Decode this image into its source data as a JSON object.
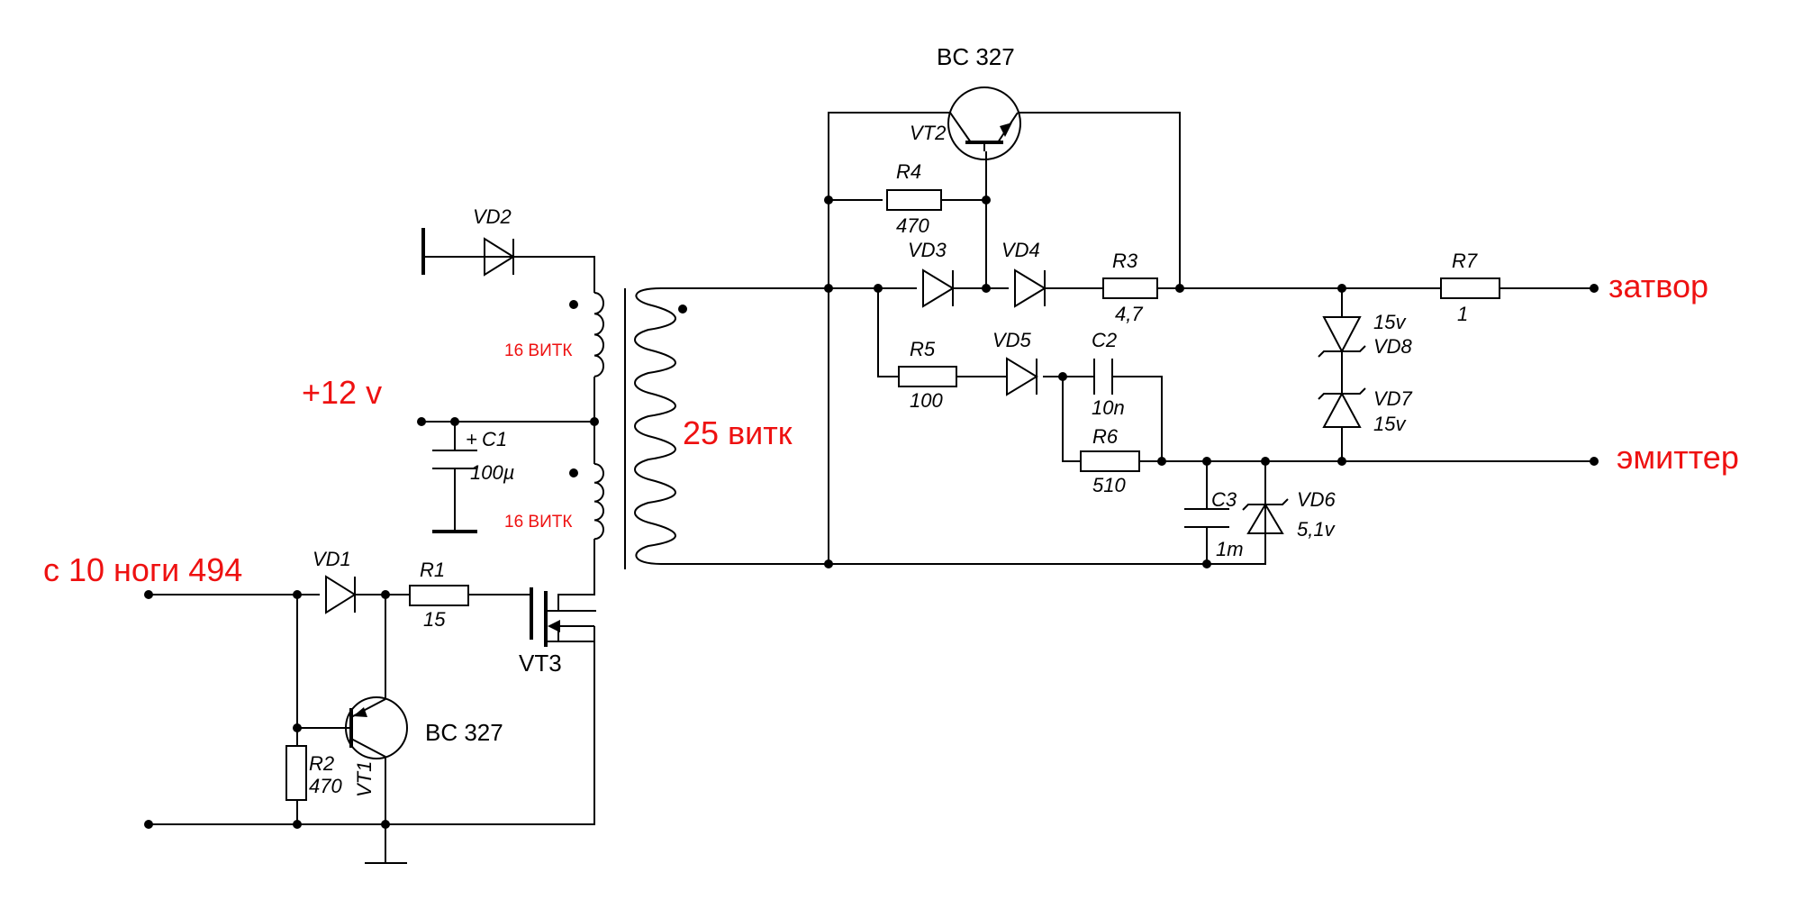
{
  "labels": {
    "input_label": "с 10 ноги 494",
    "supply_label": "+12 v",
    "primary_turns_top": "16 ВИТК",
    "primary_turns_bottom": "16 ВИТК",
    "secondary_turns": "25 витк",
    "output_gate": "затвор",
    "output_emitter": "эмиттер"
  },
  "components": {
    "VD1": {
      "ref": "VD1"
    },
    "VD2": {
      "ref": "VD2"
    },
    "VD3": {
      "ref": "VD3"
    },
    "VD4": {
      "ref": "VD4"
    },
    "VD5": {
      "ref": "VD5"
    },
    "VD6": {
      "ref": "VD6",
      "value": "5,1v"
    },
    "VD7": {
      "ref": "VD7",
      "value": "15v"
    },
    "VD8": {
      "ref": "VD8",
      "value": "15v"
    },
    "R1": {
      "ref": "R1",
      "value": "15"
    },
    "R2": {
      "ref": "R2",
      "value": "470"
    },
    "R3": {
      "ref": "R3",
      "value": "4,7"
    },
    "R4": {
      "ref": "R4",
      "value": "470"
    },
    "R5": {
      "ref": "R5",
      "value": "100"
    },
    "R6": {
      "ref": "R6",
      "value": "510"
    },
    "R7": {
      "ref": "R7",
      "value": "1"
    },
    "C1": {
      "ref": "C1",
      "value": "100µ",
      "polarity": "+"
    },
    "C2": {
      "ref": "C2",
      "value": "10n"
    },
    "C3": {
      "ref": "C3",
      "value": "1m"
    },
    "VT1": {
      "ref": "VT1",
      "part": "BC 327"
    },
    "VT2": {
      "ref": "VT2",
      "part": "BC 327"
    },
    "VT3": {
      "ref": "VT3"
    }
  }
}
